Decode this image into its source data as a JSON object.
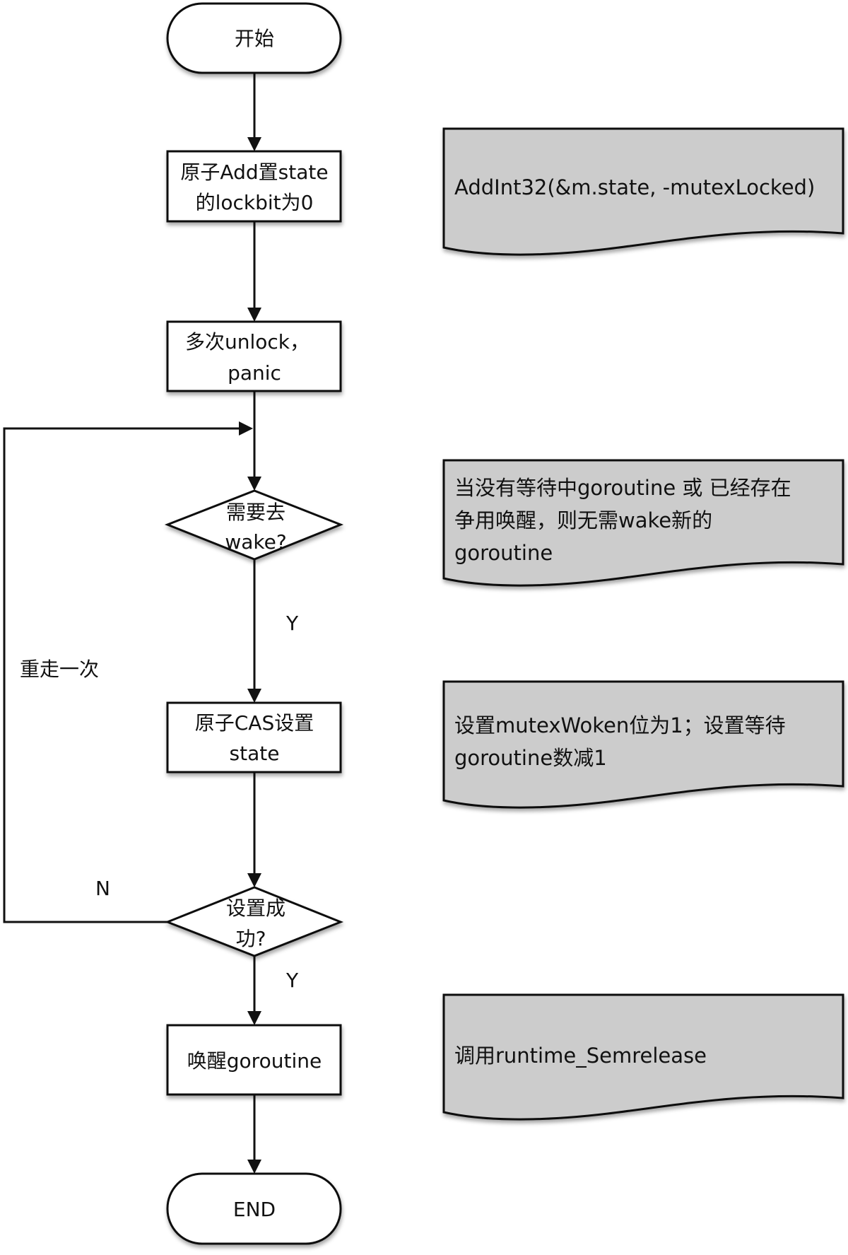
{
  "diagram": {
    "nodes": {
      "start": {
        "type": "terminator",
        "lines": [
          "开始"
        ]
      },
      "add_state": {
        "type": "process",
        "lines": [
          "原子Add置state",
          "的lockbit为0"
        ]
      },
      "multi_unlock": {
        "type": "process",
        "lines": [
          "多次unlock，",
          "panic"
        ]
      },
      "need_wake": {
        "type": "decision",
        "lines": [
          "需要去",
          "wake?"
        ]
      },
      "cas_state": {
        "type": "process",
        "lines": [
          "原子CAS设置",
          "state"
        ]
      },
      "cas_ok": {
        "type": "decision",
        "lines": [
          "设置成",
          "功?"
        ]
      },
      "wake_goroutine": {
        "type": "process",
        "lines": [
          "唤醒goroutine"
        ]
      },
      "end": {
        "type": "terminator",
        "lines": [
          "END"
        ]
      }
    },
    "notes": {
      "note_add": {
        "lines": [
          "AddInt32(&m.state, -mutexLocked)"
        ]
      },
      "note_wake": {
        "lines": [
          "当没有等待中goroutine 或 已经存在",
          "争用唤醒，则无需wake新的",
          "goroutine"
        ]
      },
      "note_cas": {
        "lines": [
          "设置mutexWoken位为1；设置等待",
          "goroutine数减1"
        ]
      },
      "note_sem": {
        "lines": [
          "调用runtime_Semrelease"
        ]
      }
    },
    "edges": [
      {
        "from": "start",
        "to": "add_state",
        "label": ""
      },
      {
        "from": "add_state",
        "to": "multi_unlock",
        "label": ""
      },
      {
        "from": "multi_unlock",
        "to": "need_wake",
        "label": ""
      },
      {
        "from": "need_wake",
        "to": "cas_state",
        "label": "Y"
      },
      {
        "from": "cas_state",
        "to": "cas_ok",
        "label": ""
      },
      {
        "from": "cas_ok",
        "to": "need_wake",
        "label": "N"
      },
      {
        "from": "cas_ok",
        "to": "wake_goroutine",
        "label": "Y"
      },
      {
        "from": "wake_goroutine",
        "to": "end",
        "label": ""
      }
    ],
    "labels": {
      "y1": "Y",
      "y2": "Y",
      "n": "N",
      "retry": "重走一次"
    }
  }
}
